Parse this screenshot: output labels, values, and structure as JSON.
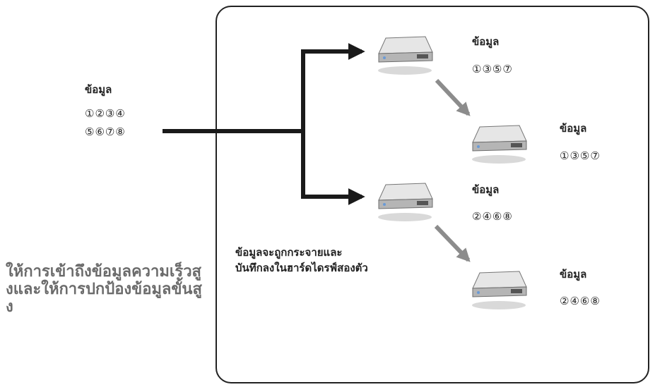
{
  "source": {
    "label": "ข้อมูล",
    "numbers_line1": "①②③④",
    "numbers_line2": "⑤⑥⑦⑧"
  },
  "drives": [
    {
      "label": "ข้อมูล",
      "numbers": "①③⑤⑦"
    },
    {
      "label": "ข้อมูล",
      "numbers": "①③⑤⑦"
    },
    {
      "label": "ข้อมูล",
      "numbers": "②④⑥⑧"
    },
    {
      "label": "ข้อมูล",
      "numbers": "②④⑥⑧"
    }
  ],
  "caption": "ข้อมูลจะถูกกระจายและบันทึกลงในฮาร์ดไดรฟ์สองตัว",
  "side_text": "ให้การเข้าถึงข้อมูลความเร็วสูงและให้การปกป้องข้อมูลขั้นสูง",
  "colors": {
    "line": "#1a1a1a",
    "arrow_gray": "#8c8c8c",
    "side_text": "#6b6b6b"
  }
}
